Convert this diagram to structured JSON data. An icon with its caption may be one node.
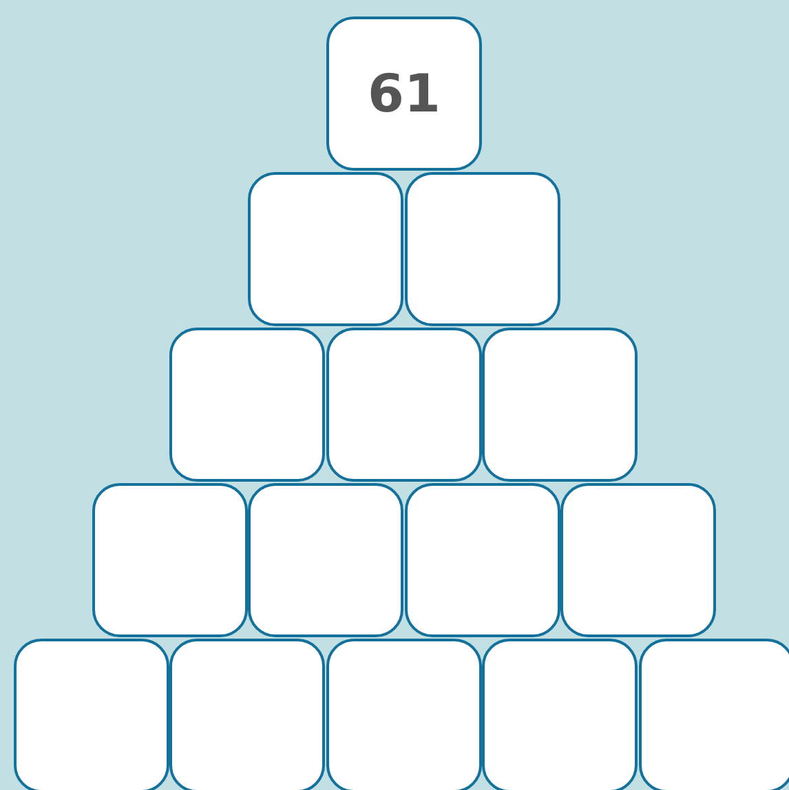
{
  "diagram": {
    "nodes": [
      {
        "text": [
          "61"
        ]
      },
      {
        "text": [],
        "shape": "box"
      },
      {
        "text": [],
        "shape": "box"
      },
      {
        "text": [],
        "shape": "box"
      },
      {
        "text": [],
        "shape": "box"
      },
      {
        "text": [],
        "shape": "box"
      },
      {
        "text": [],
        "shape": "box"
      },
      {
        "text": [],
        "shape": "box"
      },
      {
        "text": [],
        "shape": "box"
      },
      {
        "text": [],
        "shape": "box"
      },
      {
        "text": [],
        "shape": "box"
      },
      {
        "text": [],
        "shape": "box"
      },
      {
        "text": [],
        "shape": "box"
      },
      {
        "text": [],
        "shape": "box"
      },
      {
        "text": [],
        "shape": "box"
      }
    ]
  }
}
